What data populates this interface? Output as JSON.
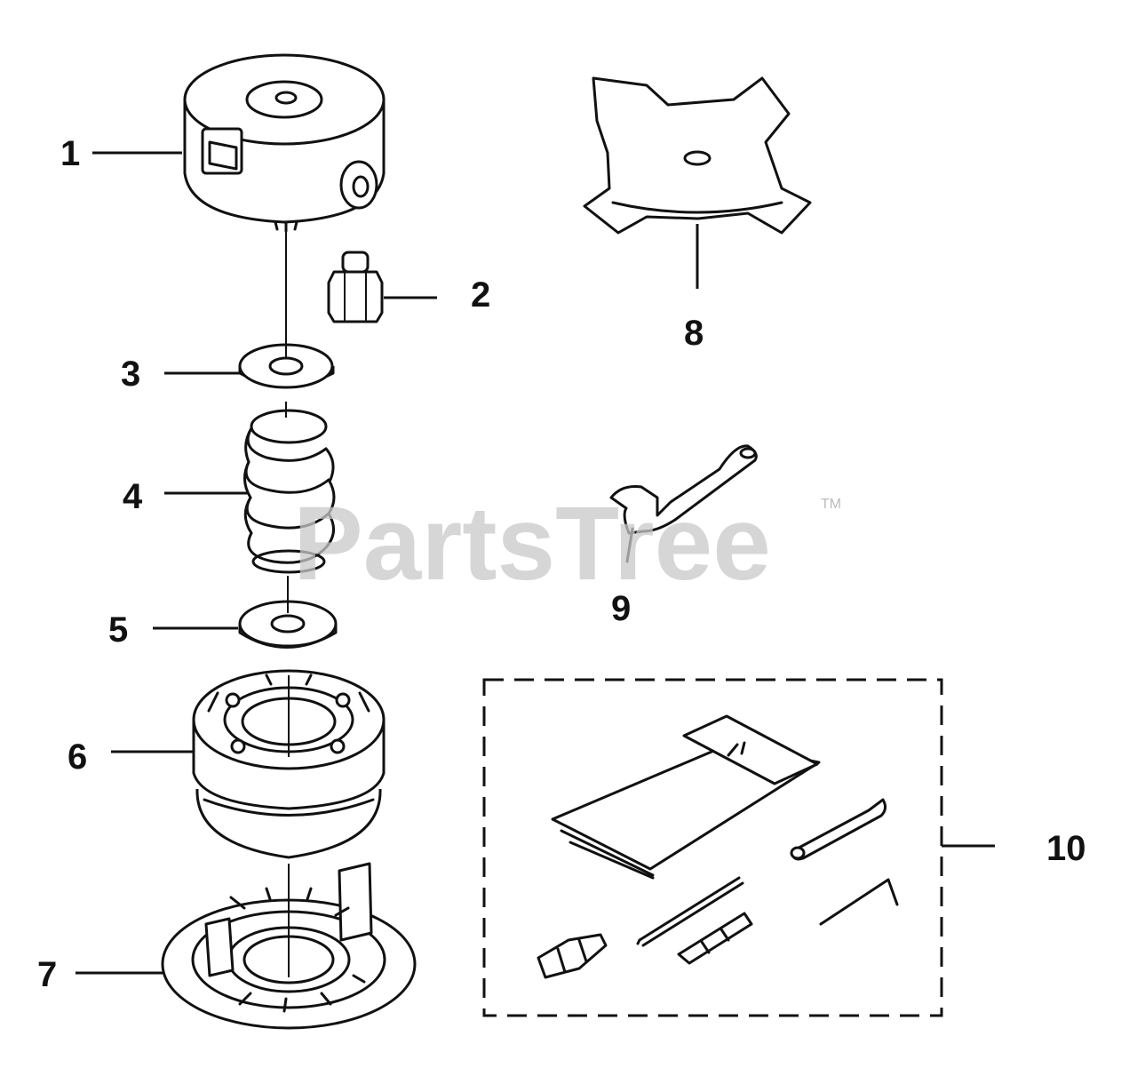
{
  "watermark": {
    "brand": "PartsTree",
    "trademark": "TM"
  },
  "callouts": [
    {
      "id": "1",
      "label": "1"
    },
    {
      "id": "2",
      "label": "2"
    },
    {
      "id": "3",
      "label": "3"
    },
    {
      "id": "4",
      "label": "4"
    },
    {
      "id": "5",
      "label": "5"
    },
    {
      "id": "6",
      "label": "6"
    },
    {
      "id": "7",
      "label": "7"
    },
    {
      "id": "8",
      "label": "8"
    },
    {
      "id": "9",
      "label": "9"
    },
    {
      "id": "10",
      "label": "10"
    }
  ],
  "colors": {
    "ink": "#111111",
    "watermark": "#c9c9c9",
    "background": "#ffffff"
  }
}
